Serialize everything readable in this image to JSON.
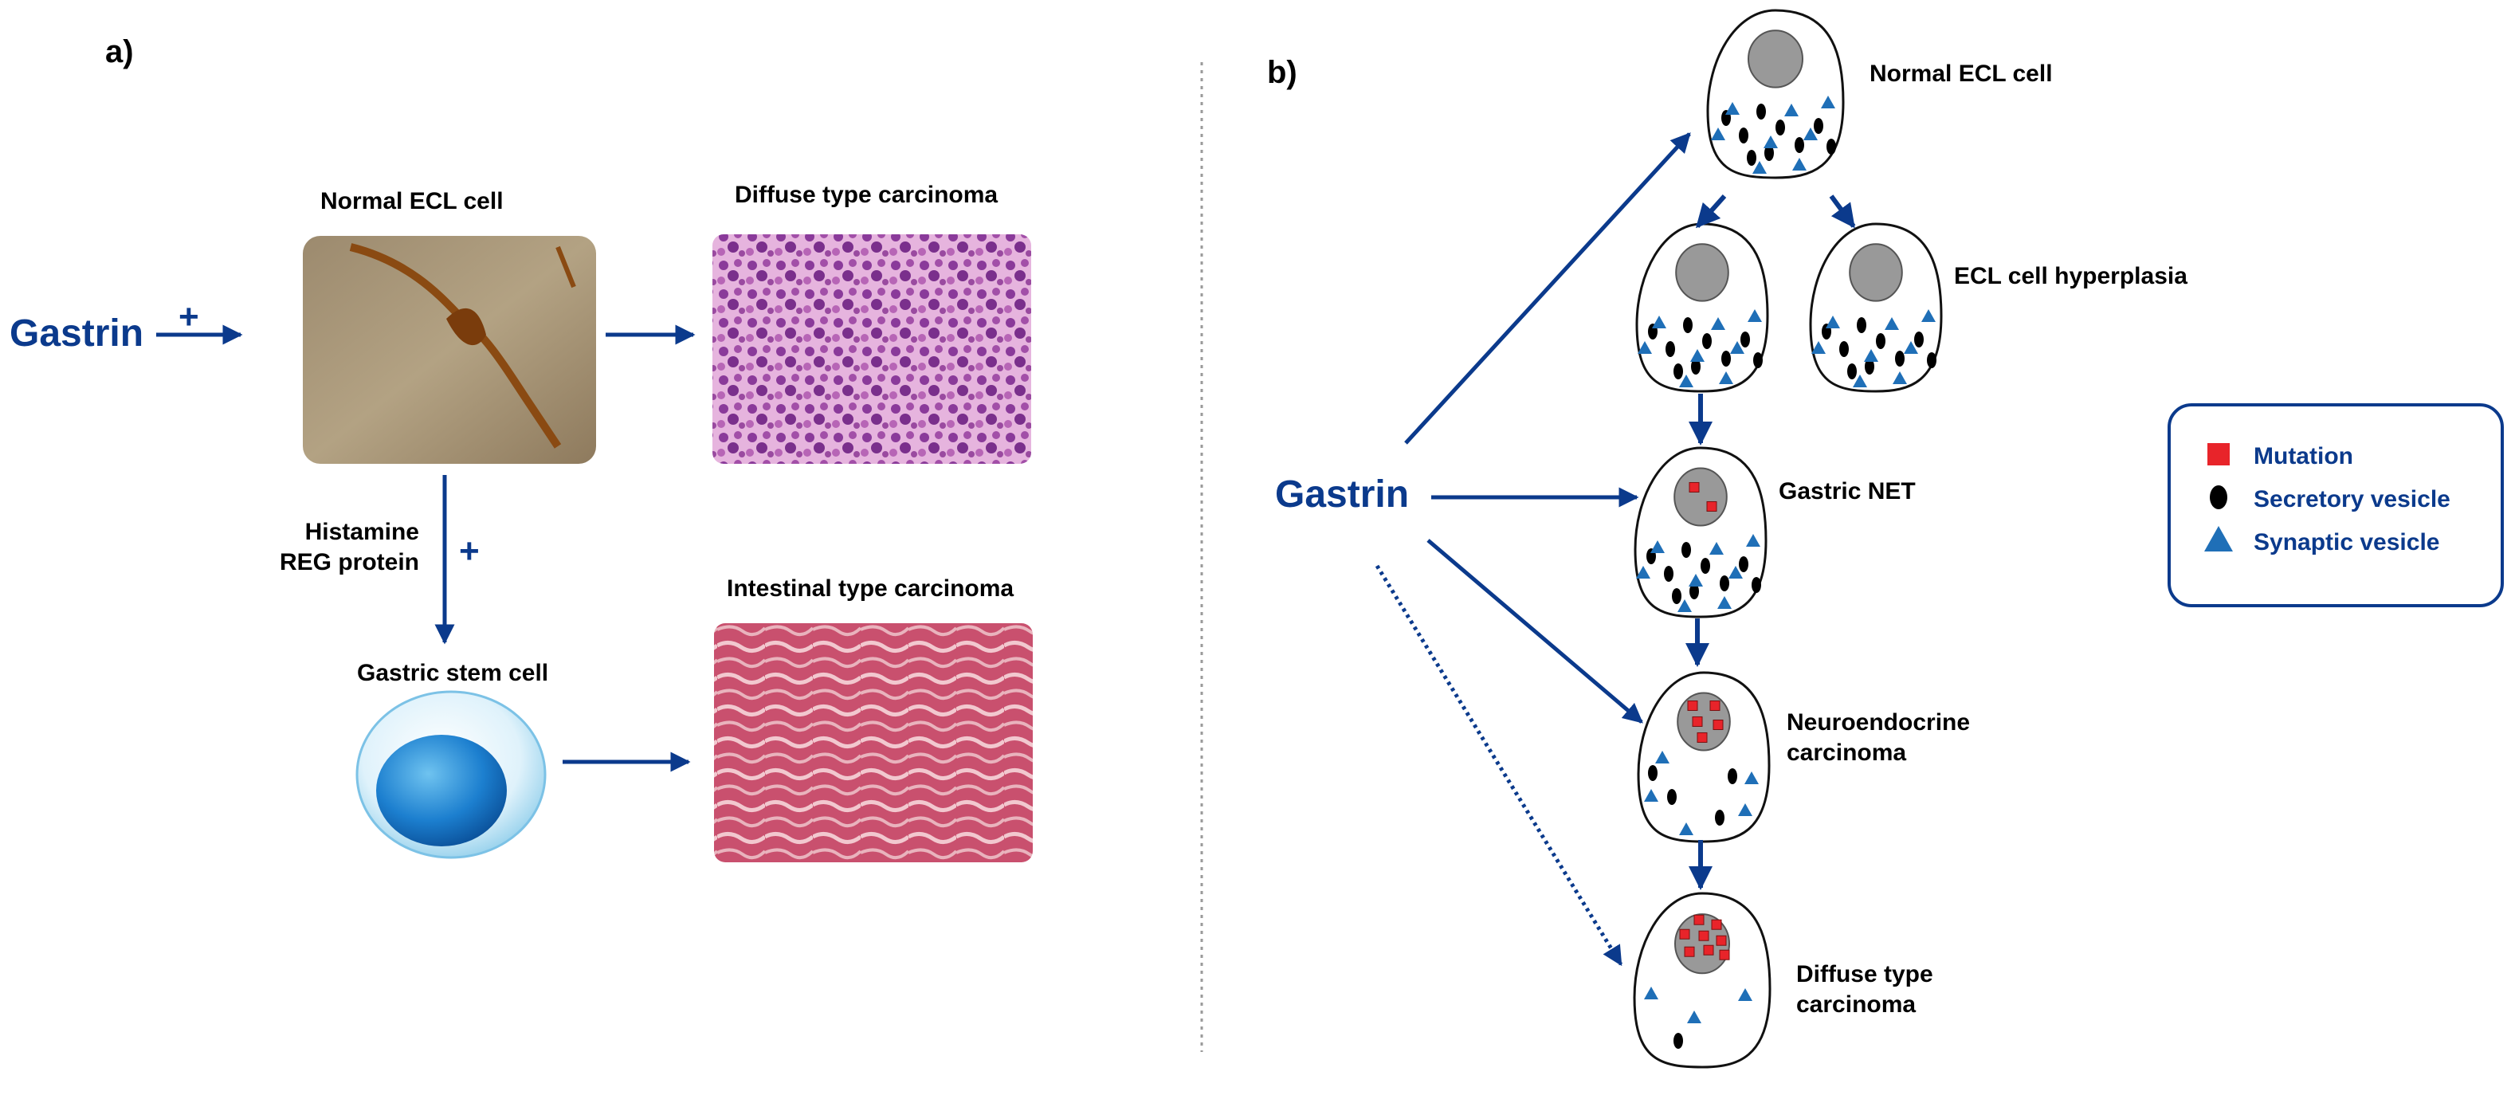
{
  "panel_a": {
    "label": "a)",
    "gastrin": "Gastrin",
    "plus_1": "+",
    "plus_2": "+",
    "normal_ecl_label": "Normal ECL cell",
    "diffuse_label": "Diffuse type carcinoma",
    "histamine_label": "Histamine",
    "reg_label": "REG protein",
    "stem_cell_label": "Gastric stem cell",
    "intestinal_label": "Intestinal type carcinoma"
  },
  "panel_b": {
    "label": "b)",
    "gastrin": "Gastrin",
    "normal_ecl_label": "Normal ECL cell",
    "hyperplasia_label": "ECL cell hyperplasia",
    "net_label": "Gastric NET",
    "neuro_label_1": "Neuroendocrine",
    "neuro_label_2": "carcinoma",
    "diffuse_label_1": "Diffuse type",
    "diffuse_label_2": "carcinoma"
  },
  "legend": {
    "items": [
      {
        "label": "Mutation",
        "symbol": "red-square-icon",
        "color": "#e8242a"
      },
      {
        "label": "Secretory vesicle",
        "symbol": "black-ellipse-icon",
        "color": "#000000"
      },
      {
        "label": "Synaptic vesicle",
        "symbol": "blue-triangle-icon",
        "color": "#1f6fb7"
      }
    ]
  },
  "colors": {
    "arrow": "#0b3a8c",
    "nucleus": "#999999",
    "mutation": "#e8242a",
    "synaptic": "#1f6fb7",
    "secretory": "#000000"
  }
}
